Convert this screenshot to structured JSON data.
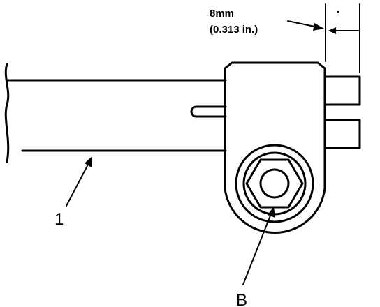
{
  "dimension": {
    "metric": "8mm",
    "imperial": "(0.313 in.)"
  },
  "callouts": {
    "part_1": "1",
    "part_b": "B"
  }
}
